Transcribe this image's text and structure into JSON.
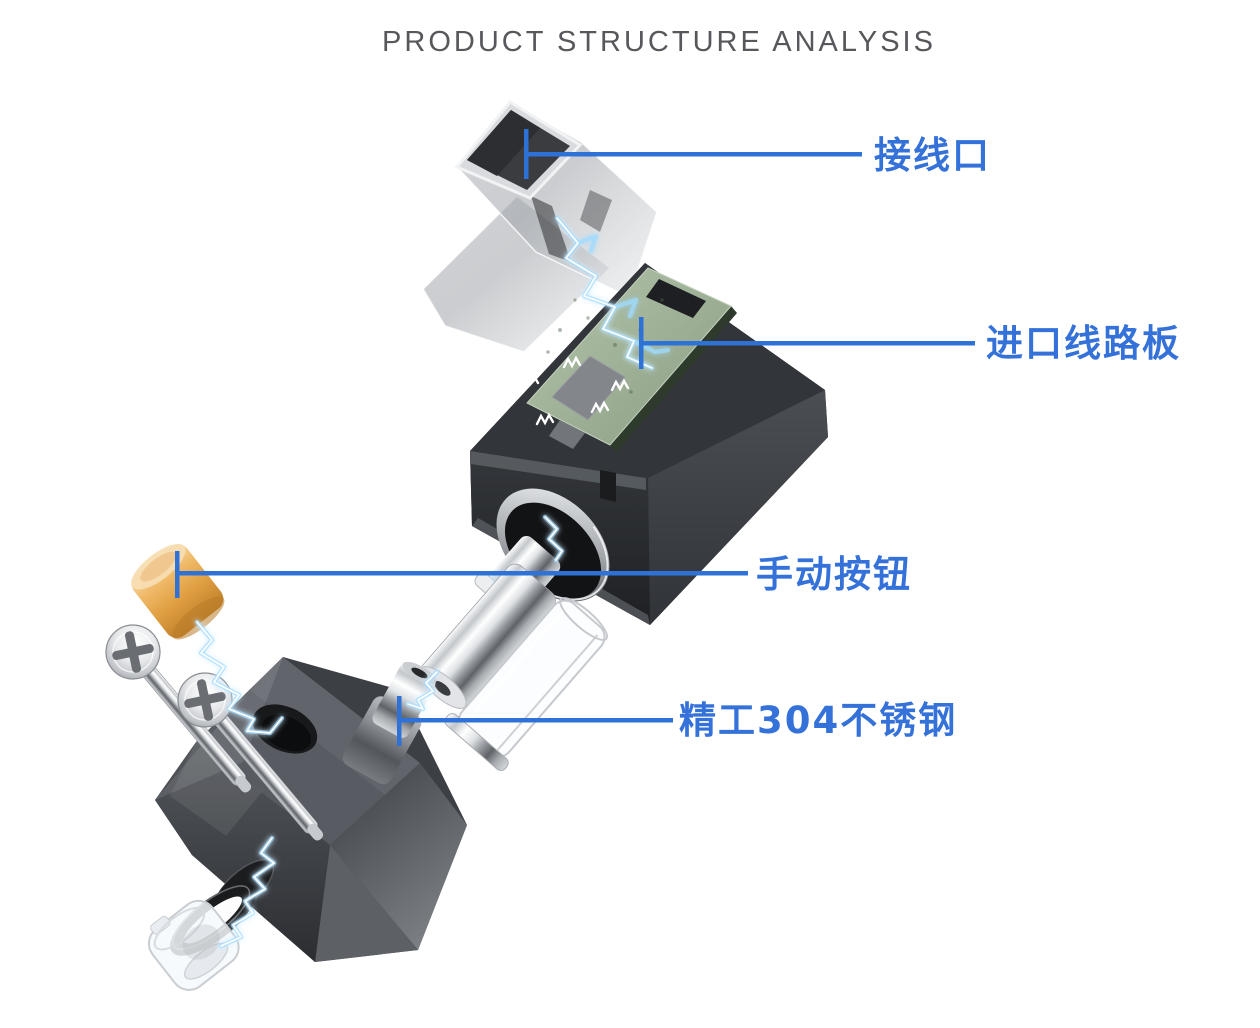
{
  "page": {
    "title": "PRODUCT STRUCTURE ANALYSIS",
    "background": "#ffffff"
  },
  "colors": {
    "callout_text_blue": "#3471d8",
    "leader_line_blue": "#2e72d8",
    "title_gray": "#57585b",
    "pcb_green": "#a3b89d",
    "cap_orange": "#e8ab52",
    "coil_black": "#2a2c30",
    "valve_gray": "#4a4d52",
    "chrome_silver": "#d9dbde",
    "arc_glow_blue": "#9fdcff"
  },
  "callouts": [
    {
      "label": "接线口"
    },
    {
      "label": "进口线路板"
    },
    {
      "label": "手动按钮"
    },
    {
      "label": "精工304不锈钢"
    }
  ],
  "parts": [
    "cable-gland-connector",
    "circuit-board",
    "solenoid-coil",
    "manual-button-cap",
    "mounting-screws",
    "plunger-core",
    "pilot-tube",
    "valve-body",
    "o-ring-seal",
    "diaphragm-seal",
    "electric-arc-effects"
  ]
}
